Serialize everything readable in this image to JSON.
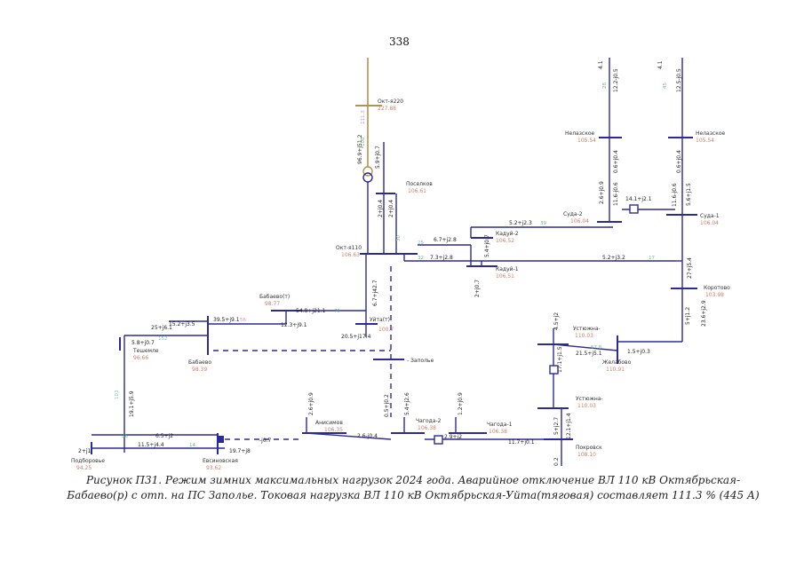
{
  "page_number": "338",
  "caption": {
    "line1": "Рисунок П31. Режим зимних максимальных нагрузок 2024 года. Аварийное отключение ВЛ 110 кВ Октябрьская-",
    "line2": "Бабаево(р) с отп. на ПС Заполье. Токовая нагрузка ВЛ 110 кВ Октябрьская-Уйта(тяговая) составляет 111.3 % (445 А)"
  },
  "colors": {
    "bus110": "#2a2a9a",
    "bus220": "#b8924a",
    "voltage_text": "#c9826a",
    "flow_text": "#222222",
    "loading_green": "#6fbf73",
    "loading_cyan": "#7fc6c0",
    "loading_pink": "#d98fd0",
    "switch_red": "#cc2222"
  },
  "nodes": {
    "okt220": {
      "name": "Окт-я220",
      "voltage": "227.88"
    },
    "okt110": {
      "name": "Окт-я110",
      "voltage": "106.63"
    },
    "poselkov": {
      "name": "Поселков",
      "voltage": "106.61"
    },
    "kaduy2": {
      "name": "Кадуй-2",
      "voltage": "106.52"
    },
    "kaduy1": {
      "name": "Кадуй-1",
      "voltage": "106.51"
    },
    "suda2": {
      "name": "Суда-2",
      "voltage": "106.04"
    },
    "suda1": {
      "name": "Суда-1",
      "voltage": "106.04"
    },
    "nelazskoe_l": {
      "name": "Нелазское",
      "voltage": "105.54"
    },
    "nelazskoe_r": {
      "name": "Нелазское",
      "voltage": "105.54"
    },
    "korotovo": {
      "name": "Коротово",
      "voltage": "103.98"
    },
    "babaevo_t": {
      "name": "Бабаево(т)",
      "voltage": "98.77"
    },
    "babaevo": {
      "name": "Бабаево",
      "voltage": "98.39"
    },
    "teplsdec": {
      "name": "Тешемле",
      "voltage": "96.66"
    },
    "podborovye": {
      "name": "Подборовье",
      "voltage": "94.25"
    },
    "efimovskaya": {
      "name": "Евсиновская",
      "voltage": "93.62"
    },
    "uita": {
      "name": "Уйта(т)",
      "voltage": "100.7"
    },
    "zapolye": {
      "name": "Заполье"
    },
    "anisimov": {
      "name": "Анисимов",
      "voltage": "106.35"
    },
    "chagoda2": {
      "name": "Чагода-2",
      "voltage": "106.38"
    },
    "chagoda1": {
      "name": "Чагода-1",
      "voltage": "106.38"
    },
    "pokrovsk": {
      "name": "Покровск",
      "voltage": "108.10"
    },
    "ustyuzhna1": {
      "name": "Устюжна-",
      "voltage": "110.03"
    },
    "ustyuzhna2": {
      "name": "Устюжна-",
      "voltage": "110.03"
    },
    "zhelabovo": {
      "name": "Желабово",
      "voltage": "110.91"
    }
  },
  "flows": {
    "f01": "96.9+j51.2",
    "f02": "5.9+j0.7",
    "f03": "2+j0.4",
    "f04": "2+j0.4",
    "f05": "6.7+j2.8",
    "f06": "5.4+j0.7",
    "f07": "7.3+j2.8",
    "f08": "2+j0.7",
    "f09": "5.2+j2.3",
    "f10": "5.2+j3.2",
    "f11": "2.6+j0.9",
    "f12": "11.6-j0.6",
    "f13": "14.1+j2.1",
    "f14": "11.6-j0.6",
    "f15": "5.6+j1.5",
    "f16": "0.6+j0.4",
    "f17": "0.6+j0.4",
    "f18": "12.2-j0.5",
    "f19": "12.5-j0.5",
    "f20": "4.1",
    "f21": "4.1",
    "f22": "27+j5.4",
    "f23": "5+j1.2",
    "f24": "23.6+j2.9",
    "f25": "54.8+j21.1",
    "f26": "12.3+j9.1",
    "f27": "6.7+j42.7",
    "f28": "39.5+j9.1",
    "f29": "15.2+j3.5",
    "f30": "25+j6.1",
    "f31": "5.8+j0.7",
    "f32": "20.5+j17.4",
    "f33": "19.1+j5.9",
    "f34": "6.5+j2",
    "f35": "2+j1",
    "f36": "11.5+j4.4",
    "f37": "19.7+j8",
    "f38": "0.5+j0.2",
    "f39": "2.6+j0.9",
    "f40": "2.6-j0.4",
    "f41": "5.4+j2.6",
    "f42": "2.9+j2",
    "f43": "1.2+j0.9",
    "f44": "11.7+j0.1",
    "f45": "4.5+j2",
    "f46": "21.5+j5.1",
    "f47": "1.5+j0.3",
    "f48": "17.1+j1.5",
    "f49": "5+j2.7",
    "f50": "12.1+j1.4",
    "f51": "0.2",
    "f52": "-j0.7"
  },
  "loadings": {
    "l01": "111.3",
    "l02": "100",
    "l03": "30",
    "l04": "25",
    "l05": "32",
    "l06": "39",
    "l07": "17",
    "l08": "28",
    "l09": "45",
    "l10": "152",
    "l11": "56",
    "l12": "70",
    "l13": "57.8",
    "l14": "103",
    "l15": "36",
    "l16": "14"
  }
}
